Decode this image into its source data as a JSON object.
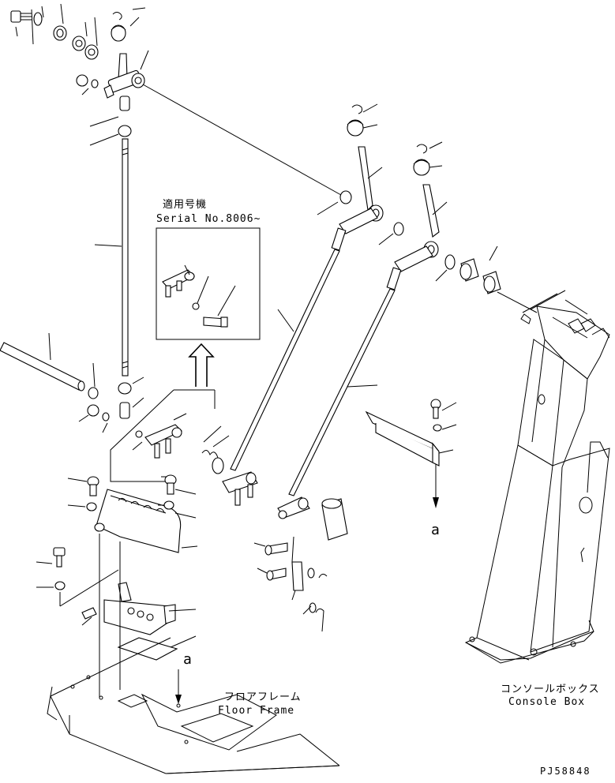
{
  "serial_note": {
    "title_jp": "適用号機",
    "serial": "Serial No.8006~"
  },
  "reference_a_right": "a",
  "reference_a_bottom": "a",
  "floor_frame": {
    "jp": "フロアフレーム",
    "en": "Floor Frame"
  },
  "console_box": {
    "jp": "コンソールボックス",
    "en": "Console Box"
  },
  "drawing_code": "PJ58848"
}
